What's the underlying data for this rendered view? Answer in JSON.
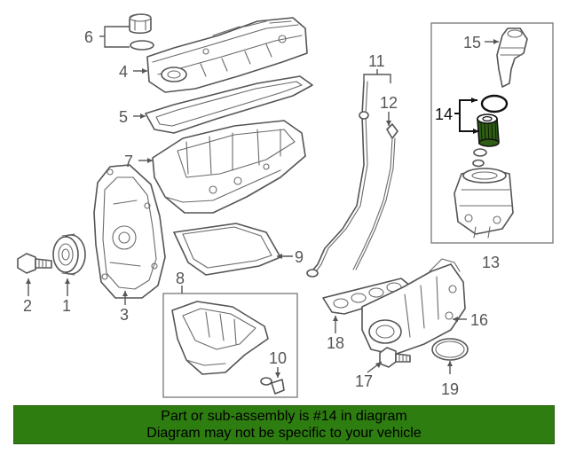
{
  "colors": {
    "banner_background": "#2e7d10",
    "callout_text": "#555555",
    "highlighted_callout": "#111111",
    "filter_element": "#2f5e14"
  },
  "callouts": {
    "c1": "1",
    "c2": "2",
    "c3": "3",
    "c4": "4",
    "c5": "5",
    "c6": "6",
    "c7": "7",
    "c8": "8",
    "c9": "9",
    "c10": "10",
    "c11": "11",
    "c12": "12",
    "c13": "13",
    "c14": "14",
    "c15": "15",
    "c16": "16",
    "c17": "17",
    "c18": "18",
    "c19": "19"
  },
  "highlighted_part": "14",
  "banner": {
    "line1": "Part or sub-assembly is #14 in diagram",
    "line2": "Diagram may not be specific to your vehicle"
  }
}
